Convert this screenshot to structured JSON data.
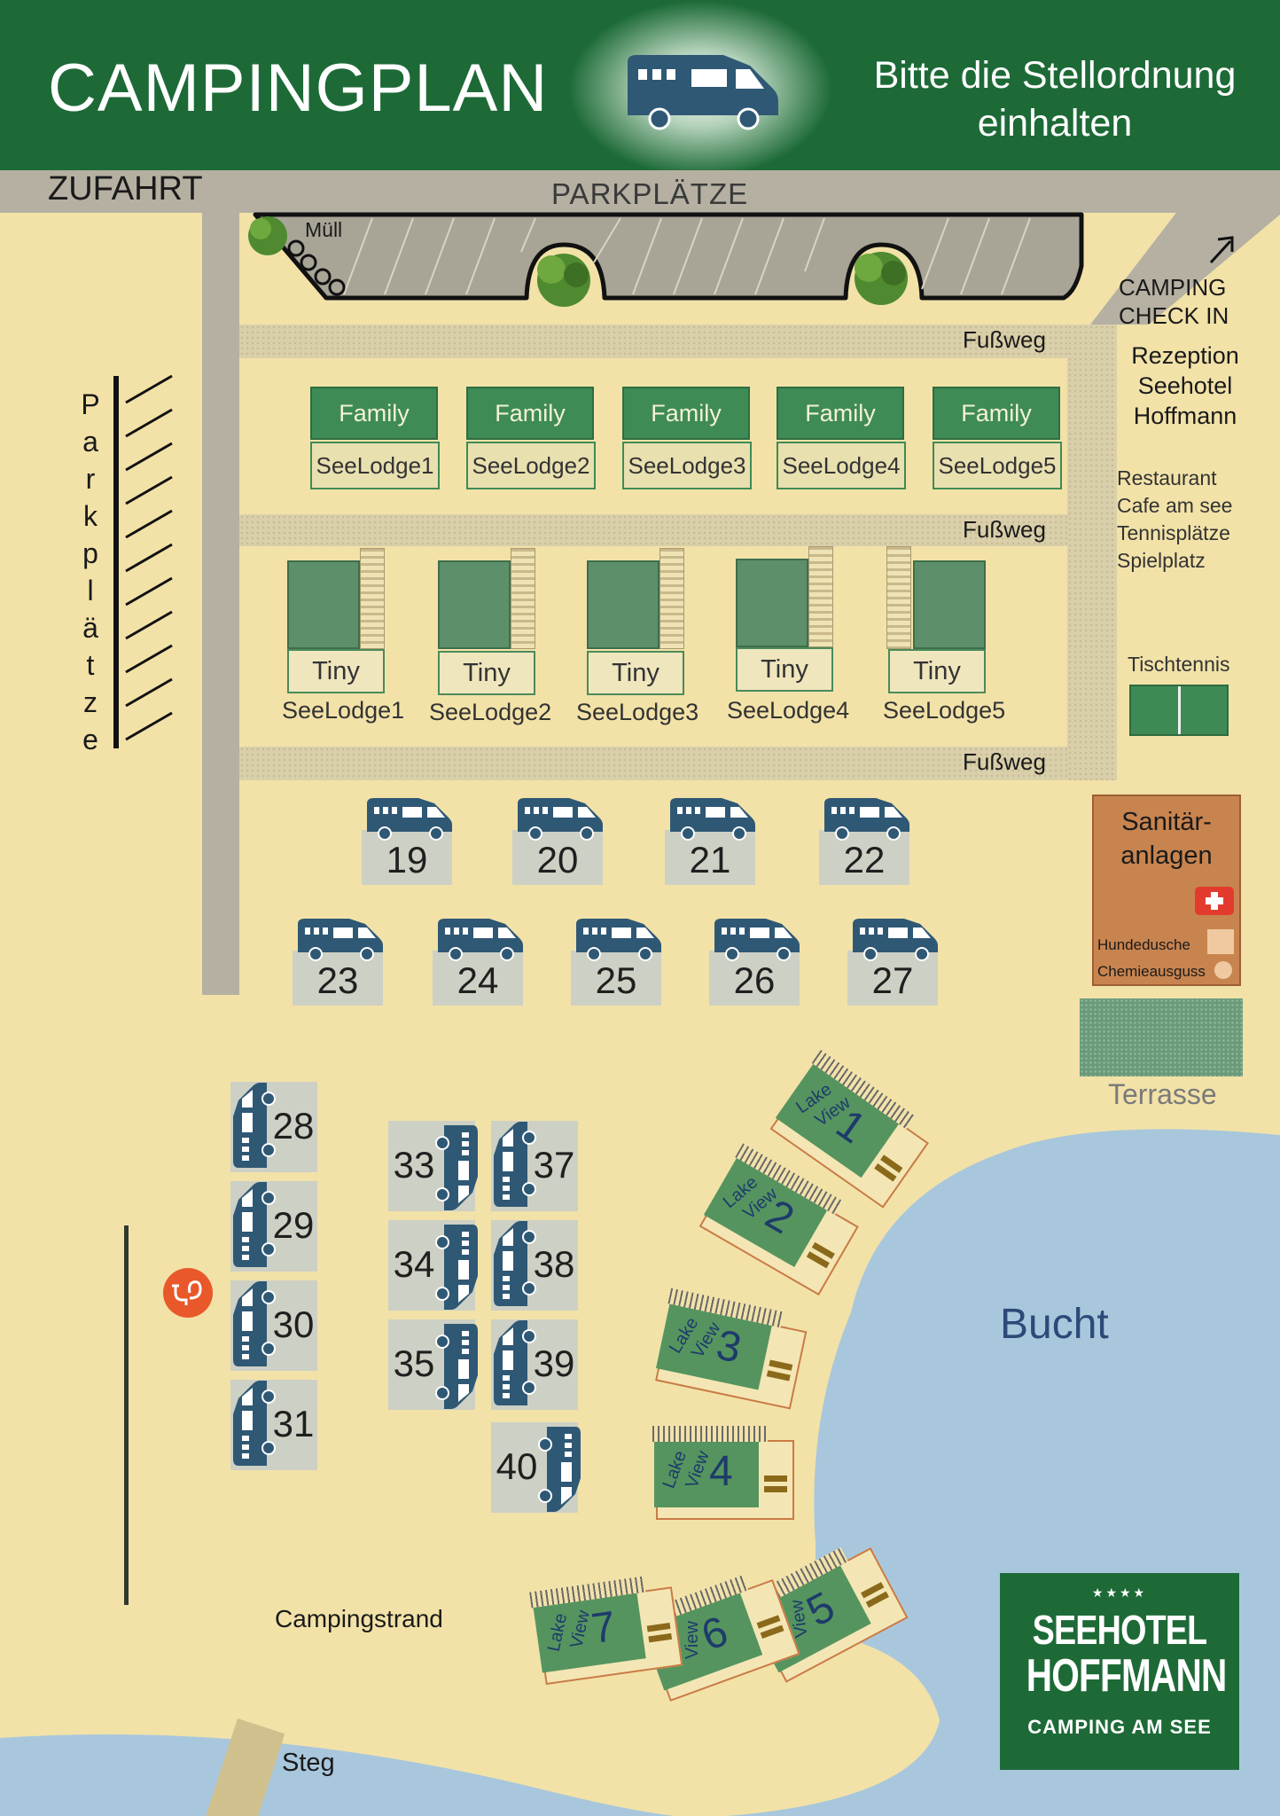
{
  "header": {
    "title": "CAMPINGPLAN",
    "note_line1": "Bitte die Stellordnung",
    "note_line2": "einhalten"
  },
  "labels": {
    "zufahrt": "ZUFAHRT",
    "parkplaetze_top": "PARKPLÄTZE",
    "muell": "Müll",
    "parkplaetze_side": [
      "P",
      "a",
      "r",
      "k",
      "p",
      "l",
      "ä",
      "t",
      "z",
      "e"
    ],
    "fussweg": "Fußweg",
    "checkin_line1": "CAMPING",
    "checkin_line2": "CHECK IN",
    "rezeption": [
      "Rezeption",
      "Seehotel",
      "Hoffmann"
    ],
    "facilities": [
      "Restaurant",
      "Cafe am see",
      "Tennisplätze",
      "Spielplatz"
    ],
    "tischtennis": "Tischtennis",
    "sanitaer_line1": "Sanitär-",
    "sanitaer_line2": "anlagen",
    "hundedusche": "Hundedusche",
    "chemieausguss": "Chemieausguss",
    "terrasse": "Terrasse",
    "bucht": "Bucht",
    "campingstrand": "Campingstrand",
    "steg": "Steg",
    "lake": "Lake",
    "view": "View"
  },
  "family_lodges": [
    {
      "type": "Family",
      "name": "SeeLodge1"
    },
    {
      "type": "Family",
      "name": "SeeLodge2"
    },
    {
      "type": "Family",
      "name": "SeeLodge3"
    },
    {
      "type": "Family",
      "name": "SeeLodge4"
    },
    {
      "type": "Family",
      "name": "SeeLodge5"
    }
  ],
  "tiny_lodges": [
    {
      "type": "Tiny",
      "name": "SeeLodge1"
    },
    {
      "type": "Tiny",
      "name": "SeeLodge2"
    },
    {
      "type": "Tiny",
      "name": "SeeLodge3"
    },
    {
      "type": "Tiny",
      "name": "SeeLodge4"
    },
    {
      "type": "Tiny",
      "name": "SeeLodge5"
    }
  ],
  "camper_sites_row1": [
    "19",
    "20",
    "21",
    "22"
  ],
  "camper_sites_row2": [
    "23",
    "24",
    "25",
    "26",
    "27"
  ],
  "camper_sites_col_a": [
    "28",
    "29",
    "30",
    "31"
  ],
  "camper_sites_col_b": [
    "33",
    "34",
    "35"
  ],
  "camper_sites_col_c": [
    "37",
    "38",
    "39",
    "40"
  ],
  "lake_view_units": [
    "1",
    "2",
    "3",
    "4",
    "5",
    "6",
    "7"
  ],
  "logo": {
    "stars": "★★★★",
    "line1": "SEEHOTEL",
    "line2": "HOFFMANN",
    "line3": "CAMPING AM SEE"
  },
  "colors": {
    "header_green": "#1d6a37",
    "ground_sand": "#f2e2a8",
    "lake_blue": "#a9c7dc",
    "camper_blue": "#2f5875",
    "sanitary_orange": "#c8844f"
  }
}
